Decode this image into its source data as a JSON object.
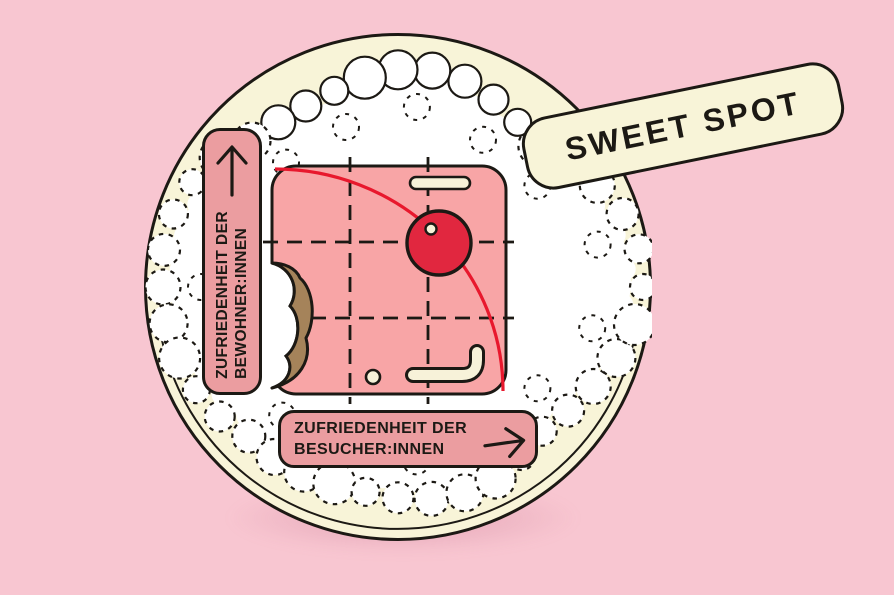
{
  "badge": {
    "label": "SWEET SPOT"
  },
  "axes": {
    "y": {
      "line1": "ZUFRIEDENHEIT DER",
      "line2": "BEWOHNER:INNEN",
      "direction": "up"
    },
    "x": {
      "line1": "ZUFRIEDENHEIT DER",
      "line2": "BESUCHER:INNEN",
      "direction": "right"
    }
  },
  "figure": {
    "type": "illustrated-diagram",
    "description": "Cake-slice-on-doily illustration of a trade-off curve between resident satisfaction (y) and visitor satisfaction (x); a cherry marks the sweet spot on the curve.",
    "grid": "3x3 dashed grid on pink panel",
    "curve": "red concave arc from top-left to bottom-right",
    "sweet_spot_marker": {
      "x_fraction": 0.71,
      "y_fraction": 0.66
    },
    "decorations": [
      "cherry marker",
      "white sprinkle pill",
      "hook sprinkle",
      "round sprinkle",
      "bite mark with brown filling",
      "lace doily",
      "cream plate"
    ]
  },
  "palette": {
    "background": "#f8c6d1",
    "plate": "#f8f4d8",
    "doily": "#ffffff",
    "panel": "#f8a5a6",
    "label_box": "#eb9da0",
    "cherry": "#e1273f",
    "curve": "#e8182d",
    "bite_brown": "#a5835a",
    "cream": "#f7f2d9",
    "ink": "#1c1914"
  }
}
